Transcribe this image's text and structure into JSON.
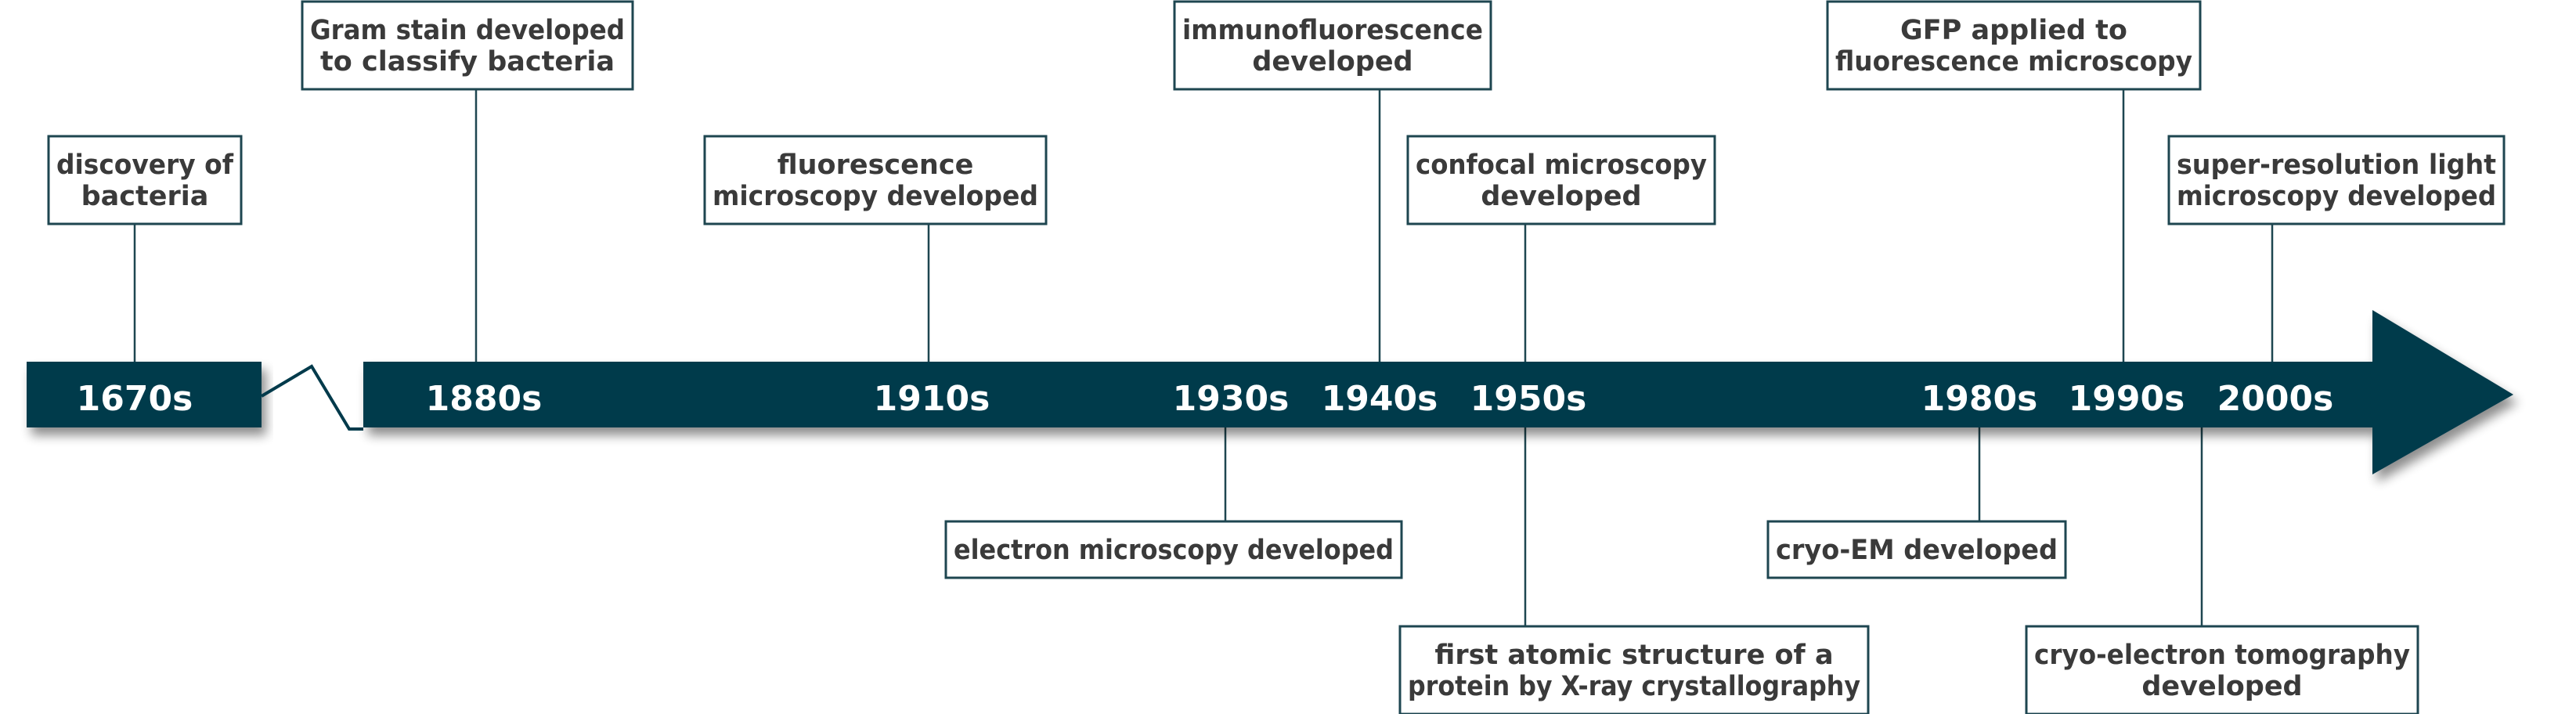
{
  "colors": {
    "bar": "#003a4b",
    "box_border": "#1e4650",
    "text": "#3a3a3a",
    "year_text": "#ffffff"
  },
  "decades": [
    "1670s",
    "1880s",
    "1910s",
    "1930s",
    "1940s",
    "1950s",
    "1980s",
    "1990s",
    "2000s"
  ],
  "events": [
    {
      "decade": "1670s",
      "position": "above",
      "lines": [
        "discovery of",
        "bacteria"
      ]
    },
    {
      "decade": "1880s",
      "position": "above",
      "lines": [
        "Gram stain developed",
        "to classify bacteria"
      ]
    },
    {
      "decade": "1910s",
      "position": "above",
      "lines": [
        "fluorescence",
        "microscopy developed"
      ]
    },
    {
      "decade": "1930s",
      "position": "below",
      "lines": [
        "electron microscopy developed"
      ]
    },
    {
      "decade": "1940s",
      "position": "above",
      "lines": [
        "immunofluorescence",
        "developed"
      ]
    },
    {
      "decade": "1950s",
      "position": "above",
      "lines": [
        "confocal microscopy",
        "developed"
      ]
    },
    {
      "decade": "1950s",
      "position": "below",
      "lines": [
        "first atomic structure of a",
        "protein by X-ray crystallography"
      ]
    },
    {
      "decade": "1980s",
      "position": "below",
      "lines": [
        "cryo-EM developed"
      ]
    },
    {
      "decade": "1990s",
      "position": "above",
      "lines": [
        "GFP applied to",
        "fluorescence microscopy"
      ]
    },
    {
      "decade": "2000s",
      "position": "above",
      "lines": [
        "super-resolution light",
        "microscopy developed"
      ]
    },
    {
      "decade": "1990s",
      "position": "below",
      "lines": [
        "cryo-electron tomography",
        "developed"
      ]
    }
  ]
}
